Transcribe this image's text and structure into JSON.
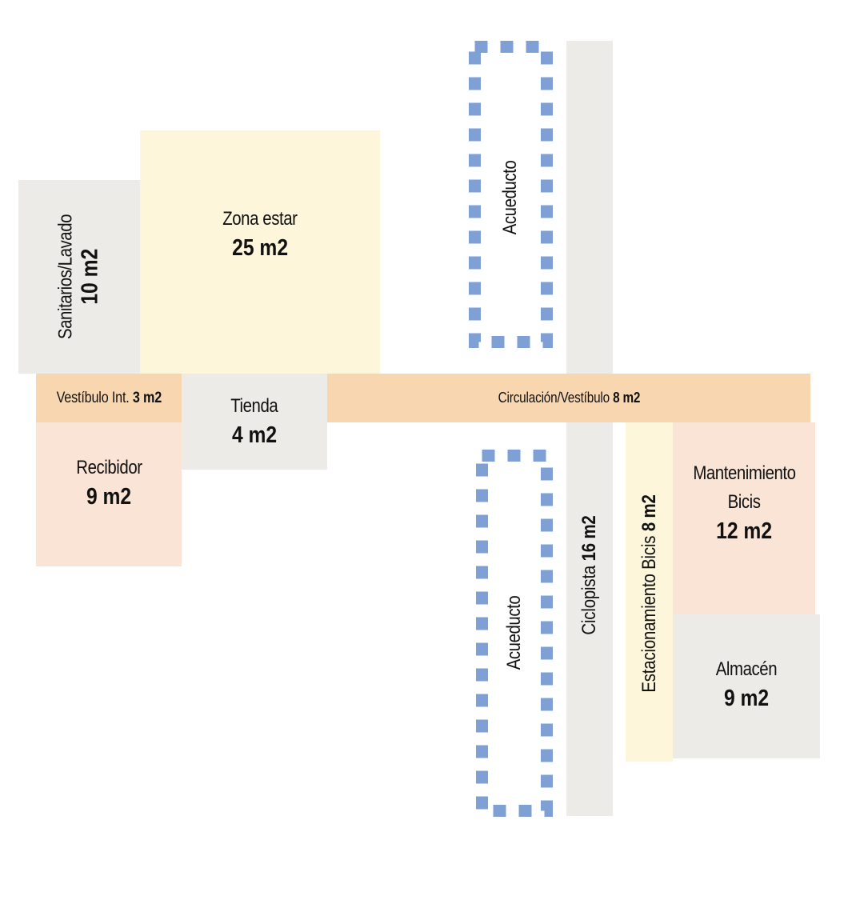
{
  "diagram": {
    "type": "floor-plan-area-program",
    "unit": "m2",
    "colors": {
      "gray": "#EDEBE7",
      "yellow": "#FDF6DA",
      "orange": "#F8D7B0",
      "peach": "#F9E4D6",
      "aqueduct_dash": "#7EA0D4"
    },
    "rooms": {
      "sanitarios": {
        "name": "Sanitarios/Lavado",
        "area": "10 m2"
      },
      "zona_estar": {
        "name": "Zona estar",
        "area": "25 m2"
      },
      "vestibulo_int": {
        "name": "Vestíbulo Int.",
        "area": "3 m2"
      },
      "recibidor": {
        "name": "Recibidor",
        "area": "9 m2"
      },
      "tienda": {
        "name": "Tienda",
        "area": "4 m2"
      },
      "circulacion": {
        "name": "Circulación/Vestíbulo",
        "area": "8 m2"
      },
      "ciclopista": {
        "name": "Ciclopista",
        "area": "16 m2"
      },
      "estacionamiento": {
        "name": "Estacionamiento Bicis",
        "area": "8 m2"
      },
      "mantenimiento": {
        "name_line1": "Mantenimiento",
        "name_line2": "Bicis",
        "area": "12 m2"
      },
      "almacen": {
        "name": "Almacén",
        "area": "9 m2"
      }
    },
    "aqueducts": [
      {
        "name": "Acueducto"
      },
      {
        "name": "Acueducto"
      }
    ]
  }
}
